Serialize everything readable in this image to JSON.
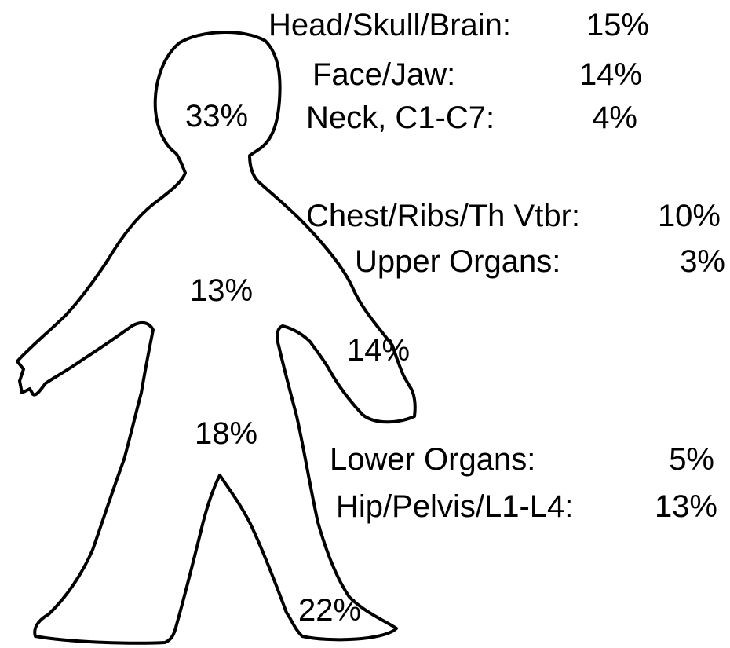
{
  "body_figure": {
    "regions": {
      "head_neck": "33%",
      "chest": "13%",
      "arms": "14%",
      "abdomen_pelvis": "18%",
      "legs": "22%"
    }
  },
  "legend": {
    "head": {
      "label": "Head/Skull/Brain:",
      "value": "15%"
    },
    "face": {
      "label": "Face/Jaw:",
      "value": "14%"
    },
    "neck": {
      "label": "Neck, C1-C7:",
      "value": "4%"
    },
    "chest": {
      "label": "Chest/Ribs/Th Vtbr:",
      "value": "10%"
    },
    "upper_organs": {
      "label": "Upper Organs:",
      "value": "3%"
    },
    "lower_organs": {
      "label": "Lower Organs:",
      "value": "5%"
    },
    "hip": {
      "label": "Hip/Pelvis/L1-L4:",
      "value": "13%"
    }
  }
}
